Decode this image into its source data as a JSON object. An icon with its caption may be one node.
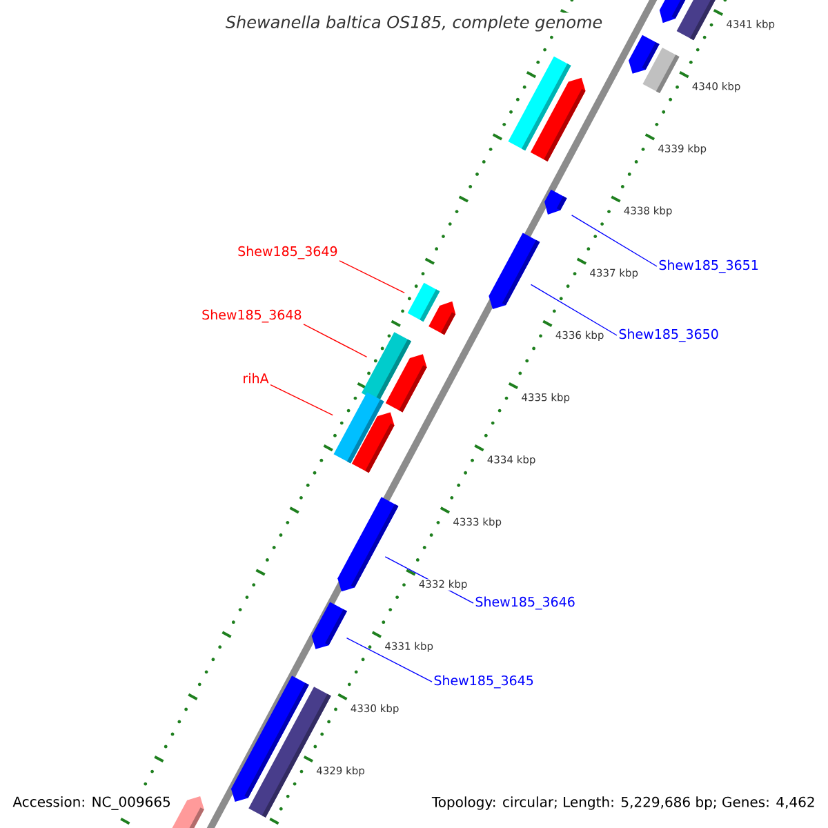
{
  "diagram": {
    "title": "Shewanella baltica OS185, complete genome",
    "nodes": [
      {
        "text": [
          "Shew185_3649"
        ]
      },
      {
        "text": [
          "Shew185_3651"
        ]
      },
      {
        "text": [
          "Shew185_3648"
        ]
      },
      {
        "text": [
          "Shew185_3650"
        ]
      },
      {
        "text": [
          "rihA"
        ]
      },
      {
        "text": [
          "Shew185_3646"
        ]
      },
      {
        "text": [
          "Shew185_3645"
        ]
      },
      {
        "text": [],
        "shape": "arrow"
      },
      {
        "text": [],
        "shape": "bar"
      },
      {
        "text": [],
        "shape": "arrow"
      },
      {
        "text": [],
        "shape": "bar"
      },
      {
        "text": [],
        "shape": "bar"
      },
      {
        "text": [],
        "shape": "arrow"
      },
      {
        "text": [],
        "shape": "arrow"
      },
      {
        "text": [],
        "shape": "arrow"
      },
      {
        "text": [],
        "shape": "bar"
      },
      {
        "text": [],
        "shape": "arrow"
      },
      {
        "text": [],
        "shape": "bar"
      },
      {
        "text": [],
        "shape": "arrow"
      },
      {
        "text": [],
        "shape": "bar"
      },
      {
        "text": [],
        "shape": "arrow"
      },
      {
        "text": [],
        "shape": "arrow"
      },
      {
        "text": [],
        "shape": "arrow"
      },
      {
        "text": [],
        "shape": "arrow"
      },
      {
        "text": [],
        "shape": "bar"
      },
      {
        "text": [],
        "shape": "arrow"
      }
    ],
    "edges": [
      {
        "from": 0,
        "to": 15,
        "arrow": "none",
        "color": "#ff0000"
      },
      {
        "from": 1,
        "to": 13,
        "arrow": "none"
      },
      {
        "from": 2,
        "to": 17,
        "arrow": "none",
        "color": "#ff0000"
      },
      {
        "from": 3,
        "to": 14,
        "arrow": "none"
      },
      {
        "from": 4,
        "to": 19,
        "arrow": "none",
        "color": "#ff0000"
      },
      {
        "from": 5,
        "to": 21,
        "arrow": "none"
      },
      {
        "from": 6,
        "to": 22,
        "arrow": "none"
      }
    ],
    "labels": [
      "4341 kbp",
      "4340 kbp",
      "4339 kbp",
      "4338 kbp",
      "4337 kbp",
      "4336 kbp",
      "4335 kbp",
      "4334 kbp",
      "4333 kbp",
      "4332 kbp",
      "4331 kbp",
      "4330 kbp",
      "4329 kbp",
      "Accession: NC_009665",
      "Topology: circular; Length: 5,229,686 bp; Genes: 4,462"
    ]
  }
}
